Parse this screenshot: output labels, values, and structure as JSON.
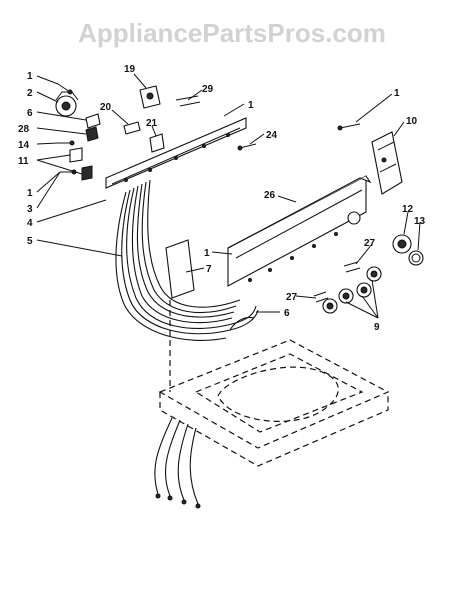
{
  "watermark": "AppliancePartsPros.com",
  "callouts": {
    "c1a": "1",
    "c2": "2",
    "c6a": "6",
    "c28": "28",
    "c14": "14",
    "c11": "11",
    "c1b": "1",
    "c3": "3",
    "c4": "4",
    "c5": "5",
    "c19": "19",
    "c29": "29",
    "c20": "20",
    "c1c": "1",
    "c21": "21",
    "c24": "24",
    "c1d": "1",
    "c10": "10",
    "c26": "26",
    "c12": "12",
    "c13": "13",
    "c1e": "1",
    "c7": "7",
    "c27a": "27",
    "c27b": "27",
    "c9": "9",
    "c6b": "6"
  }
}
